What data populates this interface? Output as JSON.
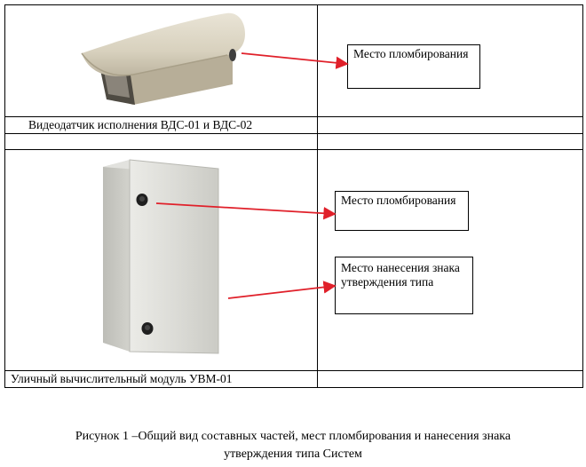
{
  "table": {
    "rows": [
      {
        "device_label": "Видеодатчик исполнения ВДС-01 и ВДС-02",
        "callout": "Место пломбирования"
      },
      {
        "device_label": "Уличный вычислительный модуль УВМ-01",
        "callouts": [
          "Место пломбирования",
          "Место нанесения знака утверждения типа"
        ]
      }
    ]
  },
  "caption": {
    "line1": "Рисунок 1 –Общий вид составных частей, мест пломбирования и нанесения знака",
    "line2": "утверждения типа Систем"
  },
  "colors": {
    "arrow": "#e0202a",
    "border": "#000000"
  }
}
